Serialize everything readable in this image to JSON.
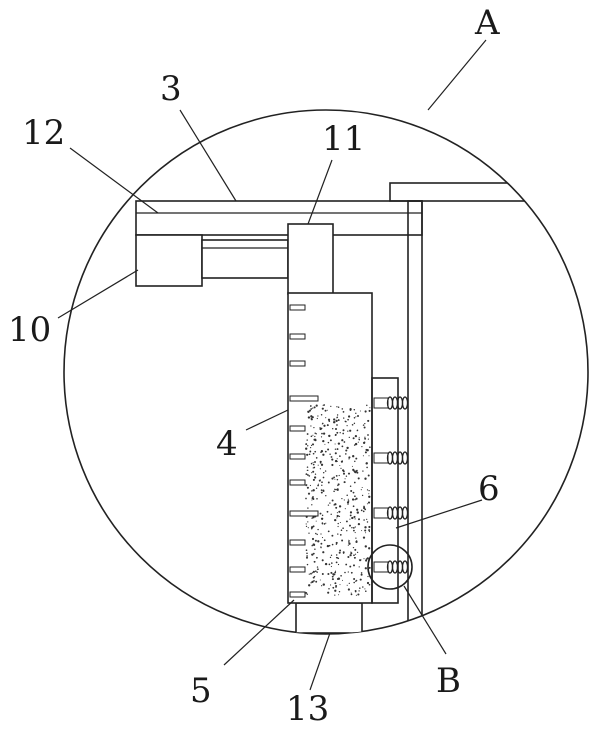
{
  "diagram": {
    "labels": {
      "A": "A",
      "B": "B",
      "l3": "3",
      "l4": "4",
      "l5": "5",
      "l6": "6",
      "l10": "10",
      "l11": "11",
      "l12": "12",
      "l13": "13"
    },
    "colors": {
      "line": "#222222",
      "background": "#ffffff",
      "speckle": "#333333"
    }
  }
}
